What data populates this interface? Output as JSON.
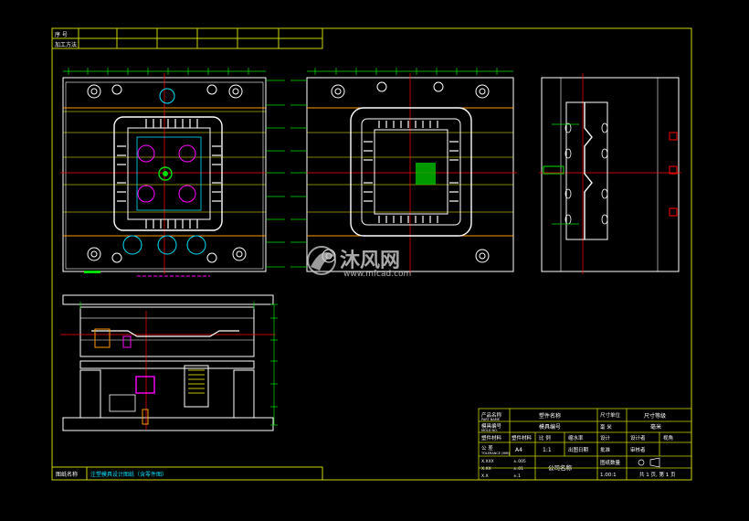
{
  "header": {
    "serial_label": "序 号",
    "process_label": "加工方法"
  },
  "watermark": {
    "brand_cn": "沐风网",
    "brand_url": "www.mfcad.com"
  },
  "bottom_bar": {
    "label": "图纸名称",
    "value": "注塑模具设计图纸（含零件图）"
  },
  "title_block": {
    "part_name_label": "产品名称",
    "part_name_sub": "PART NAME",
    "part_name_value": "塑件名称",
    "size_label": "尺寸单位",
    "size_value": "尺寸等级",
    "mold_no_label": "模具编号",
    "mold_no_sub": "MOLD NO.",
    "mold_no_value": "模具编号",
    "unit_value": "毫米",
    "material_label": "塑件材料",
    "material_value": "塑件材料",
    "scale_label": "比 例",
    "scale_value": "1:1",
    "shrink_label": "缩水率",
    "designer_label": "设计者",
    "checker_label": "审核者",
    "mm_label": "毫 米",
    "tolerance_label": "公 差",
    "tolerance_sub": "TOLERANCE (MM)",
    "paper_size": "A4",
    "drawing_date_label": "出图日期",
    "design_label": "设计",
    "approve_label": "批准",
    "company": "公司名称",
    "sheet_label": "图纸数量",
    "sheet_value": "共 1 页, 第 1 页",
    "scale_ratio": "1.00:1",
    "projection_label": "视角",
    "tol_rows": [
      {
        "x": "X.XXX",
        "v": "±.005"
      },
      {
        "x": "X.XX",
        "v": "±.01"
      },
      {
        "x": "X.X",
        "v": "±.1"
      }
    ]
  },
  "colors": {
    "frame": "#c8d400",
    "line_white": "#ffffff",
    "center_red": "#ff0000",
    "dim_green": "#00e000",
    "cyan": "#00e0ff",
    "magenta": "#ff00ff",
    "yellow": "#ffff00",
    "orange": "#ff9900"
  }
}
